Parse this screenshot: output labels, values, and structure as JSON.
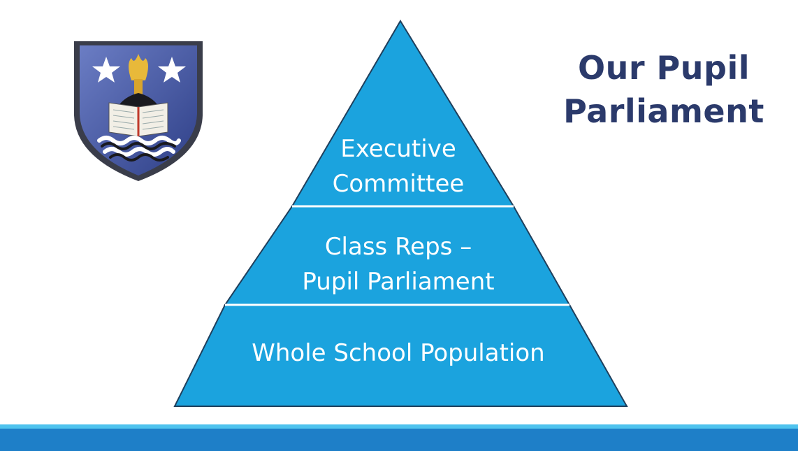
{
  "title": {
    "line1": "Our Pupil",
    "line2": "Parliament"
  },
  "tiers": [
    {
      "lines": [
        "Executive",
        "Committee"
      ]
    },
    {
      "lines": [
        "Class Reps –",
        "Pupil Parliament"
      ]
    },
    {
      "lines": [
        "Whole School Population"
      ]
    }
  ],
  "colors": {
    "pyramid_fill": "#1ba3de",
    "pyramid_outline": "#1f3f5c",
    "title_color": "#2b3a6b",
    "footer_bar": "#1e7fc8",
    "footer_stripe": "#4fc3ee"
  },
  "crest": {
    "icon": "school-crest-icon"
  }
}
